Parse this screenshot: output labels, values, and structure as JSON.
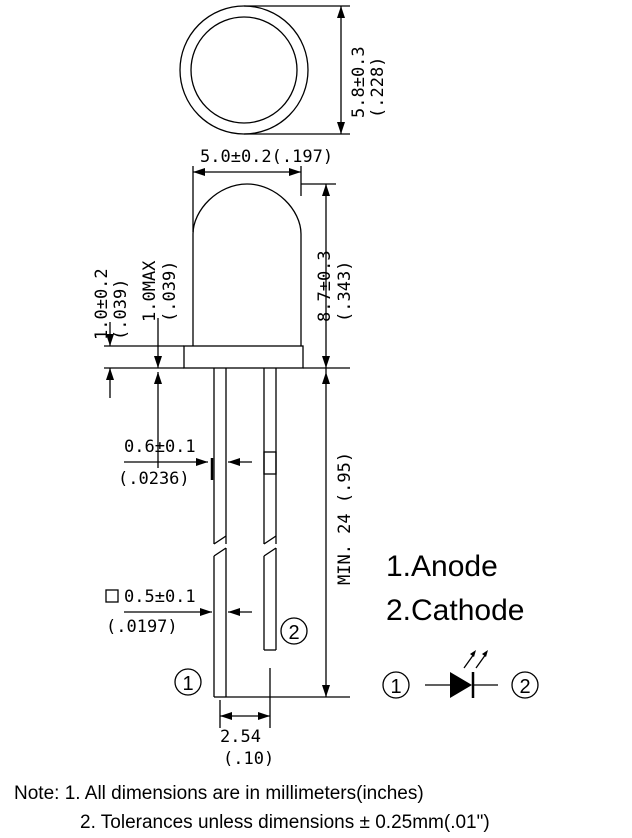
{
  "dimensions": {
    "lens_diameter": "5.8±0.3",
    "lens_diameter_in": "(.228)",
    "body_diameter": "5.0±0.2(.197)",
    "body_height": "8.7±0.3",
    "body_height_in": "(.343)",
    "flange": "1.0±0.2",
    "flange_in": "(.039)",
    "flange_max": "1.0MAX",
    "flange_max_in": "(.039)",
    "lead_kink": "0.6±0.1",
    "lead_kink_in": "(.0236)",
    "lead_square": "0.5±0.1",
    "lead_square_in": "(.0197)",
    "lead_length": "MIN. 24 (.95)",
    "lead_pitch": "2.54",
    "lead_pitch_in": "(.10)"
  },
  "pins": {
    "pin1_number": "1",
    "pin2_number": "2",
    "anode": "1.Anode",
    "cathode": "2.Cathode"
  },
  "notes": {
    "line1": "Note: 1. All dimensions are in millimeters(inches)",
    "line2": "2. Tolerances unless dimensions ± 0.25mm(.01\")"
  },
  "icons": {
    "led_symbol": "led-diode-symbol-icon",
    "square_symbol": "square-section-icon"
  }
}
